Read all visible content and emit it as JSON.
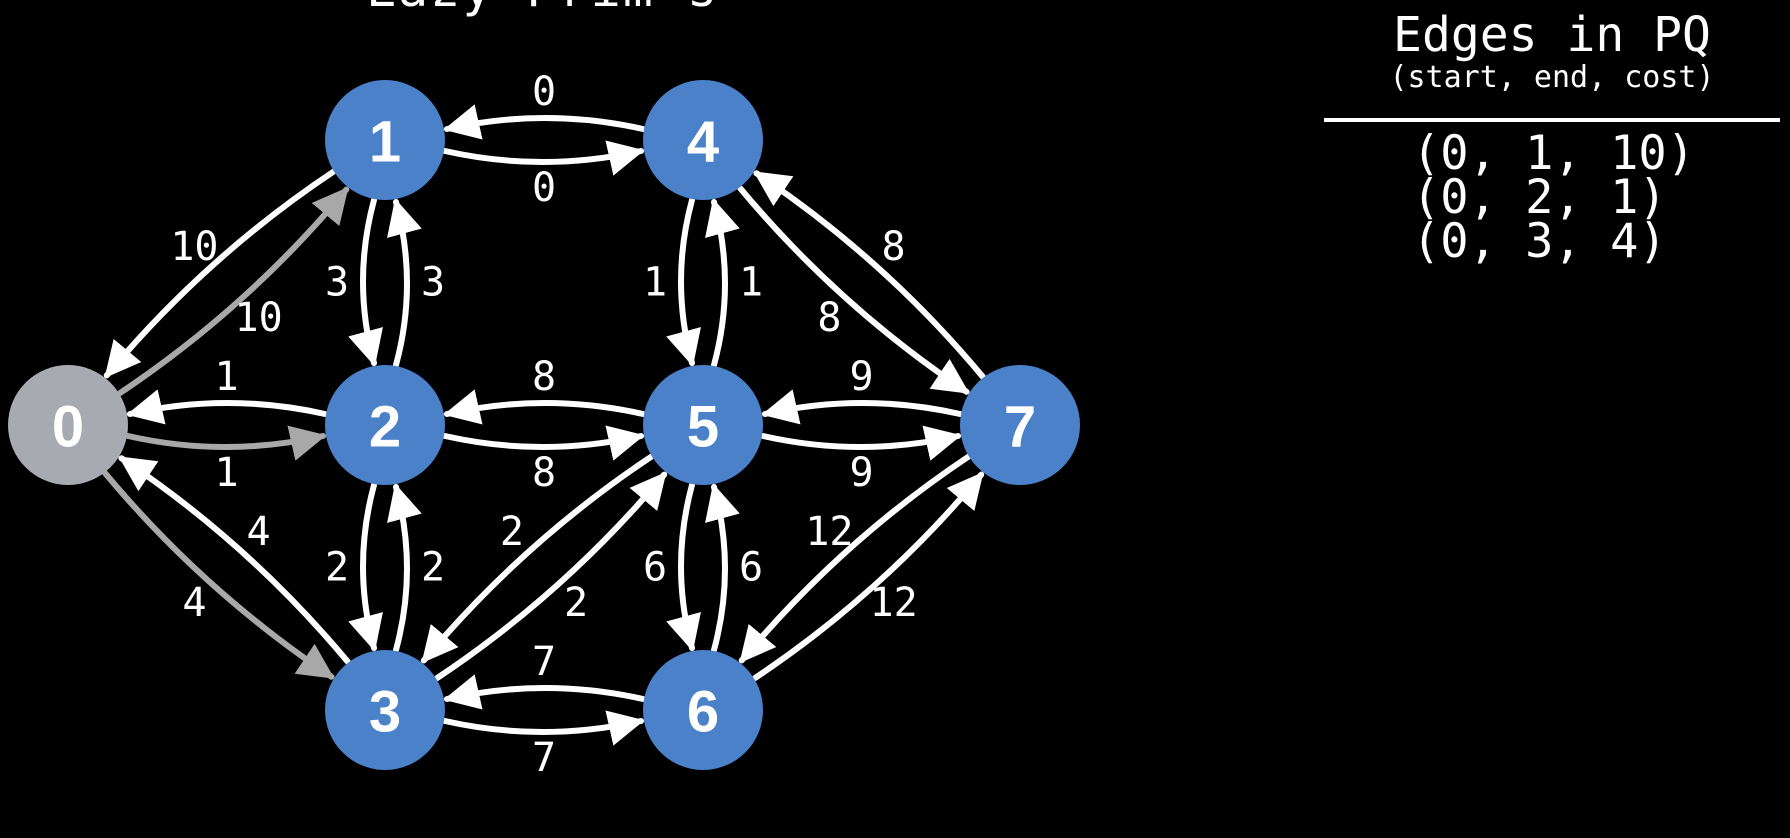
{
  "title": "Lazy Prim's",
  "pq": {
    "heading": "Edges in PQ",
    "subheading": "(start, end, cost)",
    "items": [
      "(0, 1, 10)",
      "(0, 2, 1)",
      "(0, 3, 4)"
    ]
  },
  "colors": {
    "node": "#4a81c9",
    "visited_node": "#a8aab1",
    "edge": "#ffffff",
    "queued_edge": "#a8a8a8",
    "background": "#000000"
  },
  "nodes": [
    {
      "id": "0",
      "state": "visited"
    },
    {
      "id": "1",
      "state": "unvisited"
    },
    {
      "id": "2",
      "state": "unvisited"
    },
    {
      "id": "3",
      "state": "unvisited"
    },
    {
      "id": "4",
      "state": "unvisited"
    },
    {
      "id": "5",
      "state": "unvisited"
    },
    {
      "id": "6",
      "state": "unvisited"
    },
    {
      "id": "7",
      "state": "unvisited"
    }
  ],
  "edges": [
    {
      "from": "0",
      "to": "1",
      "label": "10",
      "state": "queued"
    },
    {
      "from": "1",
      "to": "0",
      "label": "10",
      "state": "normal"
    },
    {
      "from": "0",
      "to": "2",
      "label": "1",
      "state": "queued"
    },
    {
      "from": "2",
      "to": "0",
      "label": "1",
      "state": "normal"
    },
    {
      "from": "0",
      "to": "3",
      "label": "4",
      "state": "queued"
    },
    {
      "from": "3",
      "to": "0",
      "label": "4",
      "state": "normal"
    },
    {
      "from": "1",
      "to": "4",
      "label": "0",
      "state": "normal"
    },
    {
      "from": "4",
      "to": "1",
      "label": "0",
      "state": "normal"
    },
    {
      "from": "1",
      "to": "2",
      "label": "3",
      "state": "normal"
    },
    {
      "from": "2",
      "to": "1",
      "label": "3",
      "state": "normal"
    },
    {
      "from": "2",
      "to": "5",
      "label": "8",
      "state": "normal"
    },
    {
      "from": "5",
      "to": "2",
      "label": "8",
      "state": "normal"
    },
    {
      "from": "2",
      "to": "3",
      "label": "2",
      "state": "normal"
    },
    {
      "from": "3",
      "to": "2",
      "label": "2",
      "state": "normal"
    },
    {
      "from": "3",
      "to": "5",
      "label": "2",
      "state": "normal"
    },
    {
      "from": "5",
      "to": "3",
      "label": "2",
      "state": "normal"
    },
    {
      "from": "3",
      "to": "6",
      "label": "7",
      "state": "normal"
    },
    {
      "from": "6",
      "to": "3",
      "label": "7",
      "state": "normal"
    },
    {
      "from": "4",
      "to": "5",
      "label": "1",
      "state": "normal"
    },
    {
      "from": "5",
      "to": "4",
      "label": "1",
      "state": "normal"
    },
    {
      "from": "4",
      "to": "7",
      "label": "8",
      "state": "normal"
    },
    {
      "from": "7",
      "to": "4",
      "label": "8",
      "state": "normal"
    },
    {
      "from": "5",
      "to": "7",
      "label": "9",
      "state": "normal"
    },
    {
      "from": "7",
      "to": "5",
      "label": "9",
      "state": "normal"
    },
    {
      "from": "5",
      "to": "6",
      "label": "6",
      "state": "normal"
    },
    {
      "from": "6",
      "to": "5",
      "label": "6",
      "state": "normal"
    },
    {
      "from": "6",
      "to": "7",
      "label": "12",
      "state": "normal"
    },
    {
      "from": "7",
      "to": "6",
      "label": "12",
      "state": "normal"
    }
  ]
}
